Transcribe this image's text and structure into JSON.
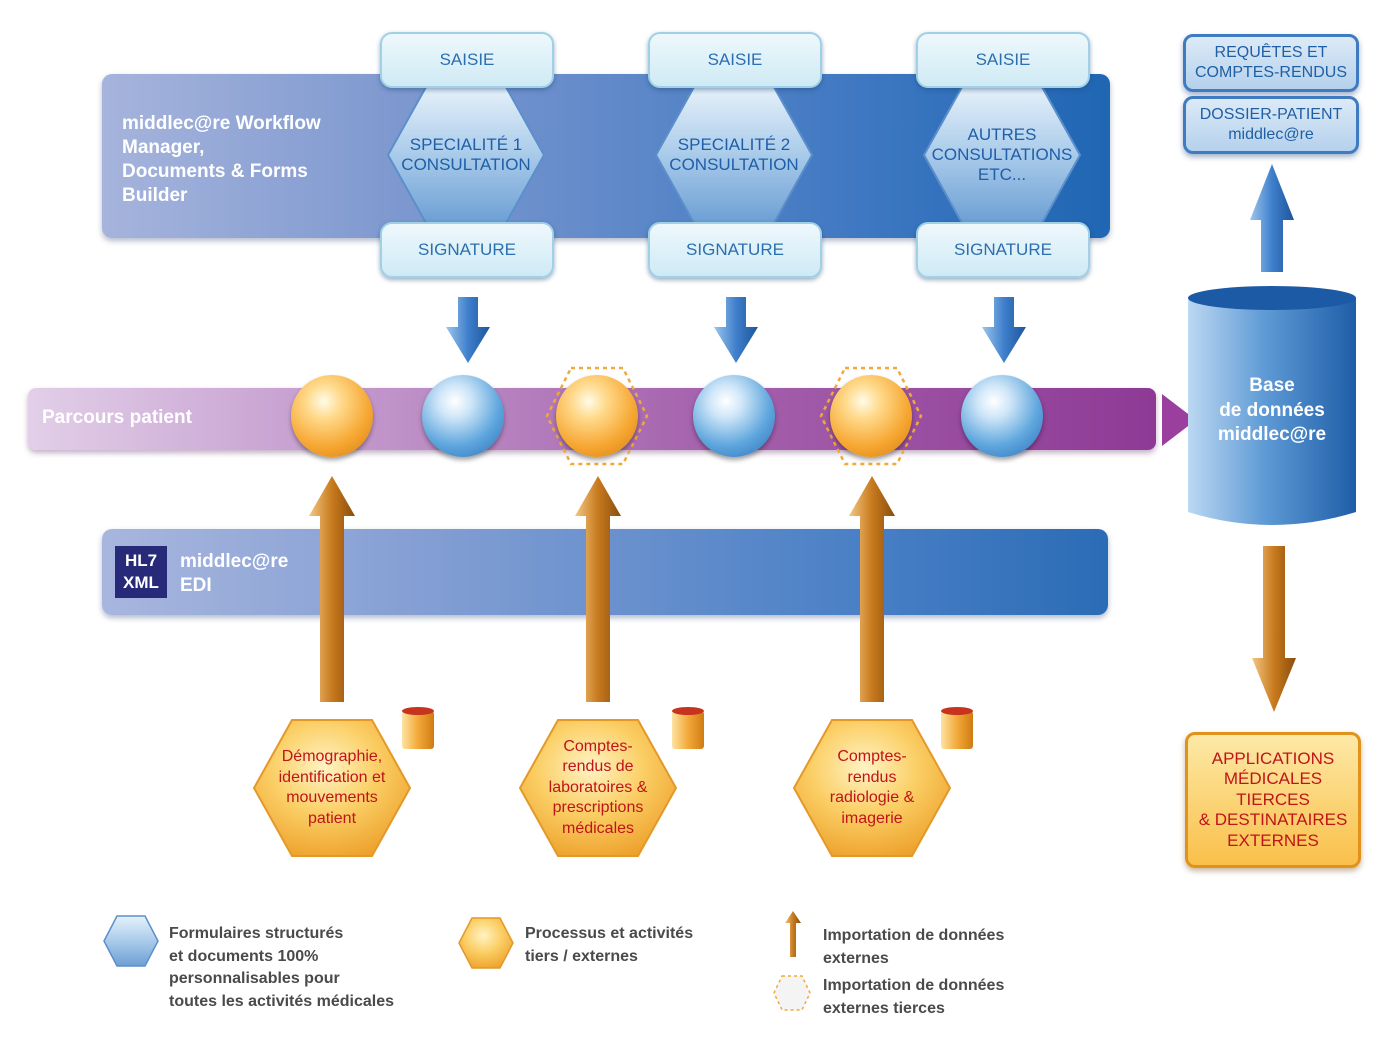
{
  "workflow": {
    "title": "middlec@re Workflow\nManager,\nDocuments & Forms\nBuilder",
    "columns": [
      {
        "top": "SAISIE",
        "hex": "SPECIALITÉ 1\nCONSULTATION",
        "bottom": "SIGNATURE"
      },
      {
        "top": "SAISIE",
        "hex": "SPECIALITÉ 2\nCONSULTATION",
        "bottom": "SIGNATURE"
      },
      {
        "top": "SAISIE",
        "hex": "AUTRES\nCONSULTATIONS\nETC...",
        "bottom": "SIGNATURE"
      }
    ]
  },
  "parcours": {
    "label": "Parcours patient",
    "nodes": [
      "orange",
      "blue",
      "orange-dashed",
      "blue",
      "orange-dashed",
      "blue"
    ]
  },
  "edi": {
    "badge_line1": "HL7",
    "badge_line2": "XML",
    "title": "middlec@re\nEDI"
  },
  "sources": [
    "Démographie,\nidentification et\nmouvements\npatient",
    "Comptes-\nrendus de\nlaboratoires &\nprescriptions\nmédicales",
    "Comptes-\nrendus\nradiologie &\nimagerie"
  ],
  "right": {
    "reports": "REQUÊTES ET\nCOMPTES-RENDUS",
    "dossier": "DOSSIER-PATIENT\nmiddlec@re",
    "database": "Base\nde données\nmiddlec@re",
    "apps": "APPLICATIONS\nMÉDICALES\nTIERCES\n& DESTINATAIRES\nEXTERNES"
  },
  "legend": {
    "blue": "Formulaires structurés\net documents 100%\npersonnalisables pour\ntoutes les activités médicales",
    "orange": "Processus et activités\ntiers / externes",
    "arrow": "Importation de données\nexternes",
    "dashed": "Importation de données\nexternes tierces"
  },
  "colors": {
    "blue_accent": "#2b6cb6",
    "purple_band": "#8e3a95",
    "orange_fill": "#f6a631",
    "text_red": "#c0141b",
    "pill_text": "#2c6fb0"
  }
}
